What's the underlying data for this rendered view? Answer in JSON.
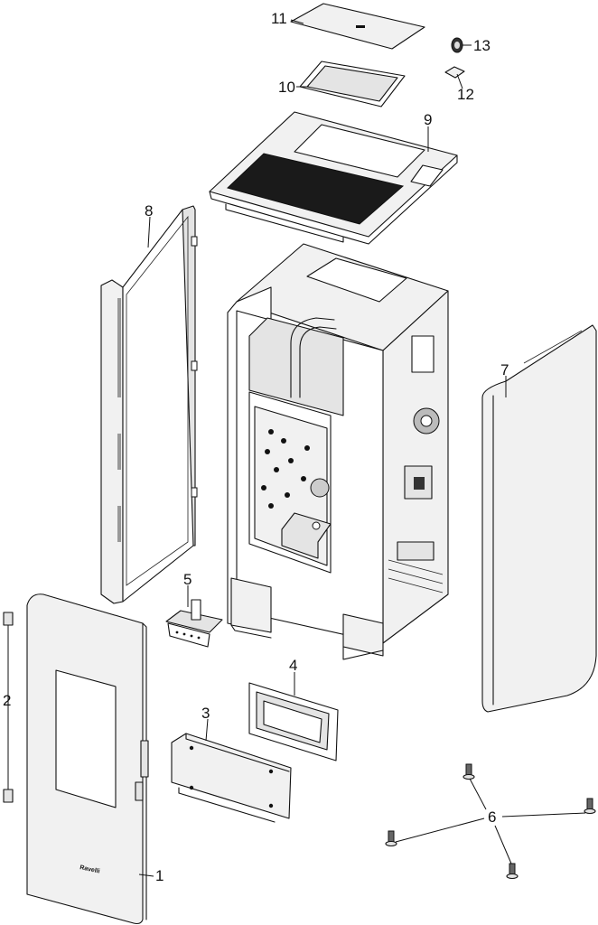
{
  "callouts": {
    "c1": "1",
    "c2": "2",
    "c3": "3",
    "c4": "4",
    "c5": "5",
    "c6": "6",
    "c7": "7",
    "c8": "8",
    "c9": "9",
    "c10": "10",
    "c11": "11",
    "c12": "12",
    "c13": "13"
  },
  "door_logo": "Ravelli"
}
